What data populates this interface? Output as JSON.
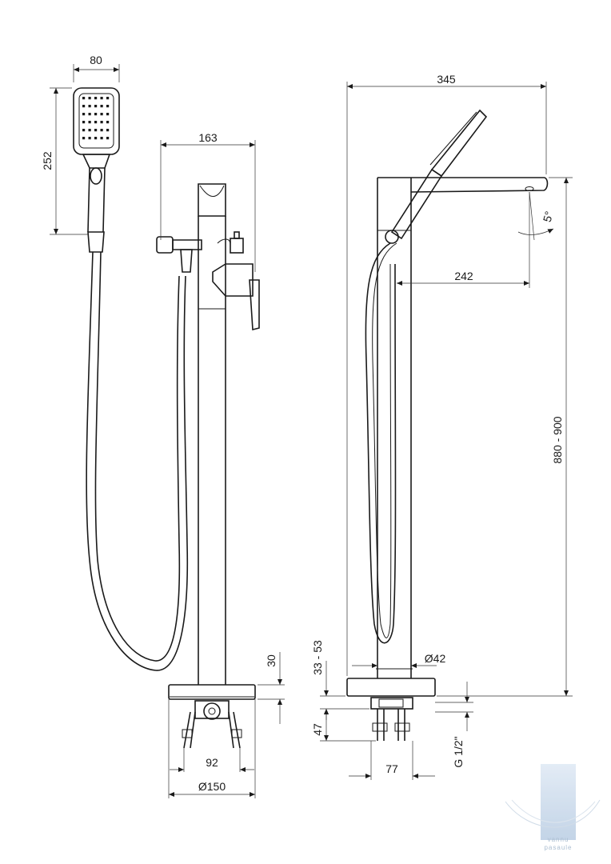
{
  "dimensions": {
    "handshower_width": "80",
    "handshower_height": "252",
    "front_depth": "163",
    "overall_width": "345",
    "spout_reach": "242",
    "spout_angle": "5°",
    "height_range": "880 - 900",
    "base_height": "30",
    "base_offset": "33 - 53",
    "column_diameter": "Ø42",
    "mount_height": "47",
    "bolt_spacing_front": "92",
    "base_diameter": "Ø150",
    "bolt_spacing_side": "77",
    "thread": "G 1/2\""
  },
  "watermark": {
    "line1": "vannu",
    "line2": "pasaule"
  }
}
